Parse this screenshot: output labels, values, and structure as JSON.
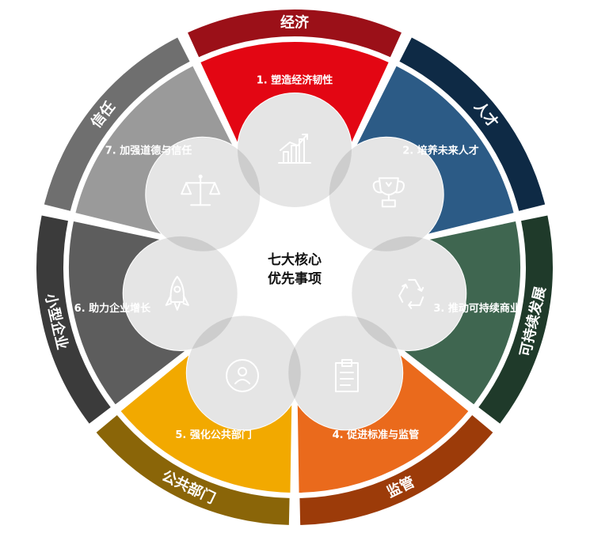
{
  "center": {
    "line1": "七大核心",
    "line2": "优先事项"
  },
  "segments": [
    {
      "ring_label": "经济",
      "petal_label": "1. 塑造经济韧性",
      "icon": "bar-chart-icon",
      "ring_color": "#9b1018",
      "petal_color": "#e30613"
    },
    {
      "ring_label": "人才",
      "petal_label": "2. 培养未来人才",
      "icon": "trophy-icon",
      "ring_color": "#0e2a45",
      "petal_color": "#2c5b86"
    },
    {
      "ring_label": "可持续发展",
      "petal_label": "3. 推动可持续商业",
      "icon": "recycle-icon",
      "ring_color": "#1f3a2a",
      "petal_color": "#3f6650"
    },
    {
      "ring_label": "监管",
      "petal_label": "4. 促进标准与监管",
      "icon": "clipboard-icon",
      "ring_color": "#9c3b09",
      "petal_color": "#ea6a1c"
    },
    {
      "ring_label": "公共部门",
      "petal_label": "5. 强化公共部门",
      "icon": "person-cycle-icon",
      "ring_color": "#8a6508",
      "petal_color": "#f2a900"
    },
    {
      "ring_label": "小型企业",
      "petal_label": "6. 助力企业增长",
      "icon": "rocket-icon",
      "ring_color": "#3b3b3b",
      "petal_color": "#5d5d5d"
    },
    {
      "ring_label": "信任",
      "petal_label": "7. 加强道德与信任",
      "icon": "scales-icon",
      "ring_color": "#6f6f6f",
      "petal_color": "#9a9a9a"
    }
  ]
}
